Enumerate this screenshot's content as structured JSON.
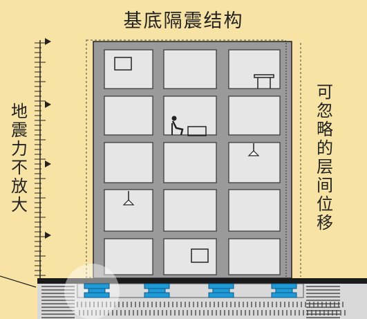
{
  "title": "基底隔震结构",
  "left_label": "地震力不放大",
  "right_label": "可忽略的层间位移",
  "building": {
    "floors": 5,
    "columns": 3
  },
  "isolators": {
    "count": 4,
    "color": "#1e9bd7"
  },
  "colors": {
    "background": "#f7e3a3",
    "frame": "#9a9a9a",
    "panel": "#e6e6e6",
    "ground": "#1a1a1a",
    "isolator": "#1e9bd7"
  }
}
